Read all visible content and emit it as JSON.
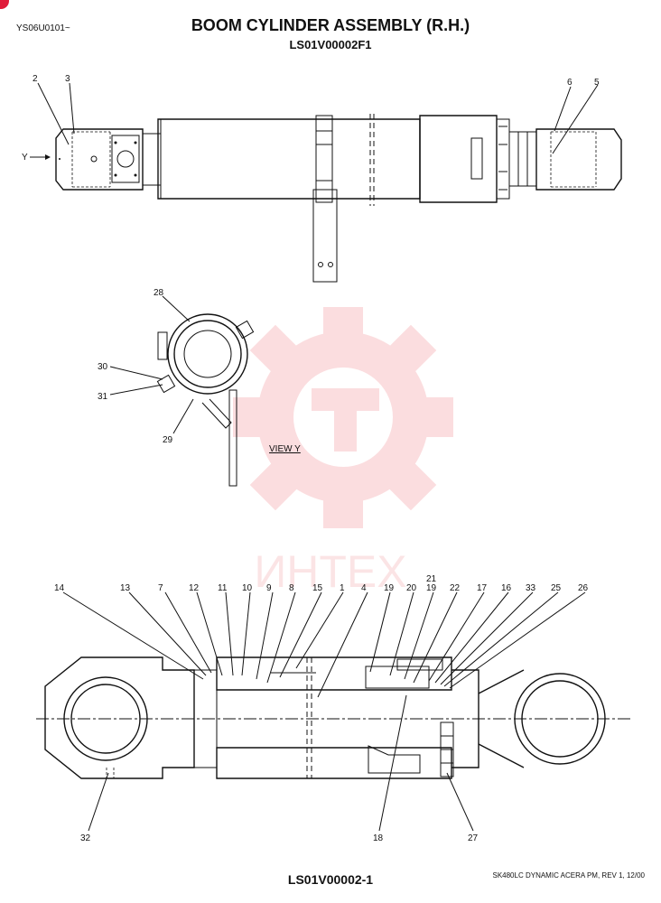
{
  "header": {
    "doc_id": "YS06U0101~",
    "title": "BOOM CYLINDER ASSEMBLY (R.H.)",
    "part_code": "LS01V00002F1"
  },
  "top_view": {
    "view_arrow_label": "Y",
    "callouts": [
      "2",
      "3",
      "6",
      "5"
    ]
  },
  "view_y": {
    "label": "VIEW  Y",
    "callouts": [
      "28",
      "30",
      "31",
      "29"
    ]
  },
  "watermark": {
    "text": "ИНТЕХ",
    "color": "#e8343c"
  },
  "section_view": {
    "callouts_top": [
      "14",
      "13",
      "7",
      "12",
      "11",
      "10",
      "9",
      "8",
      "15",
      "1",
      "4",
      "19",
      "20",
      "21",
      "19",
      "22",
      "17",
      "16",
      "33",
      "25",
      "26"
    ],
    "callouts_bottom": [
      "32",
      "18",
      "27"
    ]
  },
  "footer": {
    "part_number": "LS01V00002-1",
    "revision": "SK480LC DYNAMIC ACERA PM, REV 1, 12/00"
  }
}
